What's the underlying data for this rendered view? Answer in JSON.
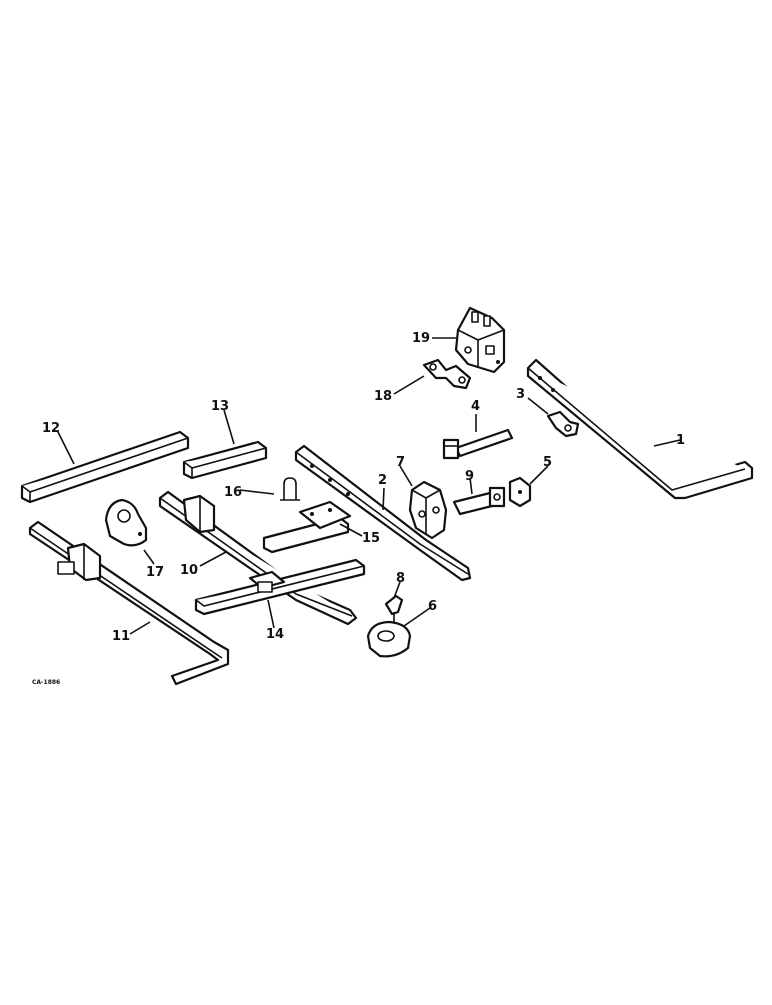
{
  "diagram": {
    "code_label": "CA-1886",
    "callouts": [
      {
        "id": "c1",
        "text": "1"
      },
      {
        "id": "c2",
        "text": "2"
      },
      {
        "id": "c3",
        "text": "3"
      },
      {
        "id": "c4",
        "text": "4"
      },
      {
        "id": "c5",
        "text": "5"
      },
      {
        "id": "c6",
        "text": "6"
      },
      {
        "id": "c7",
        "text": "7"
      },
      {
        "id": "c8",
        "text": "8"
      },
      {
        "id": "c9",
        "text": "9"
      },
      {
        "id": "c10",
        "text": "10"
      },
      {
        "id": "c11",
        "text": "11"
      },
      {
        "id": "c12",
        "text": "12"
      },
      {
        "id": "c13",
        "text": "13"
      },
      {
        "id": "c14",
        "text": "14"
      },
      {
        "id": "c15",
        "text": "15"
      },
      {
        "id": "c16",
        "text": "16"
      },
      {
        "id": "c17",
        "text": "17"
      },
      {
        "id": "c18",
        "text": "18"
      },
      {
        "id": "c19",
        "text": "19"
      }
    ]
  }
}
